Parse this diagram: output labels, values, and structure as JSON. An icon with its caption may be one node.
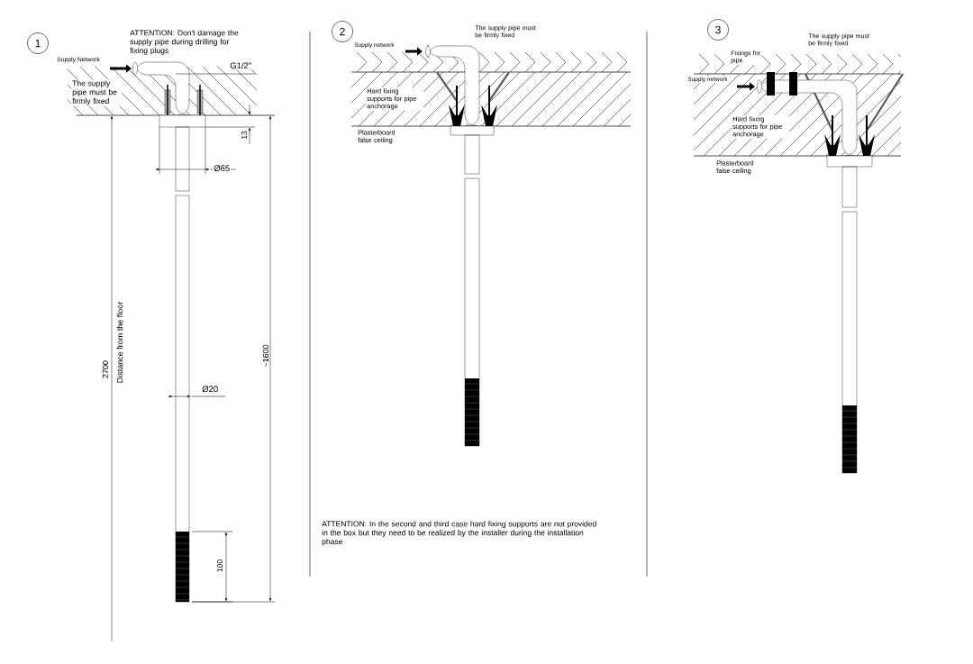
{
  "diagram": {
    "nodes": [
      {
        "text": [
          "1"
        ]
      },
      {
        "text": [
          "2"
        ]
      },
      {
        "text": [
          "3"
        ]
      }
    ],
    "labels": [
      "ATTENTION: Don't damage the supply pipe during drilling for fixing plugs",
      "Supply Network",
      "The supply pipe must be firmly fixed",
      "G1/2\"",
      "13",
      "Ø65",
      "2700",
      "Distance from the floor",
      "~1600",
      "Ø20",
      "100",
      "The supply pipe must be firmly fixed",
      "Supply network",
      "Hard fixing supports for pipe anchorage",
      "Plasterboard false ceiling",
      "ATTENTION: In the second and third case hard fixing supports are not provided in the box but they need to be realized by the installer during the installation phase",
      "The supply pipe must be firmly fixed",
      "Fixings for pipe",
      "Supply network",
      "Hard fixing supports for pipe anchorage",
      "Plasterboard false ceiling"
    ]
  }
}
